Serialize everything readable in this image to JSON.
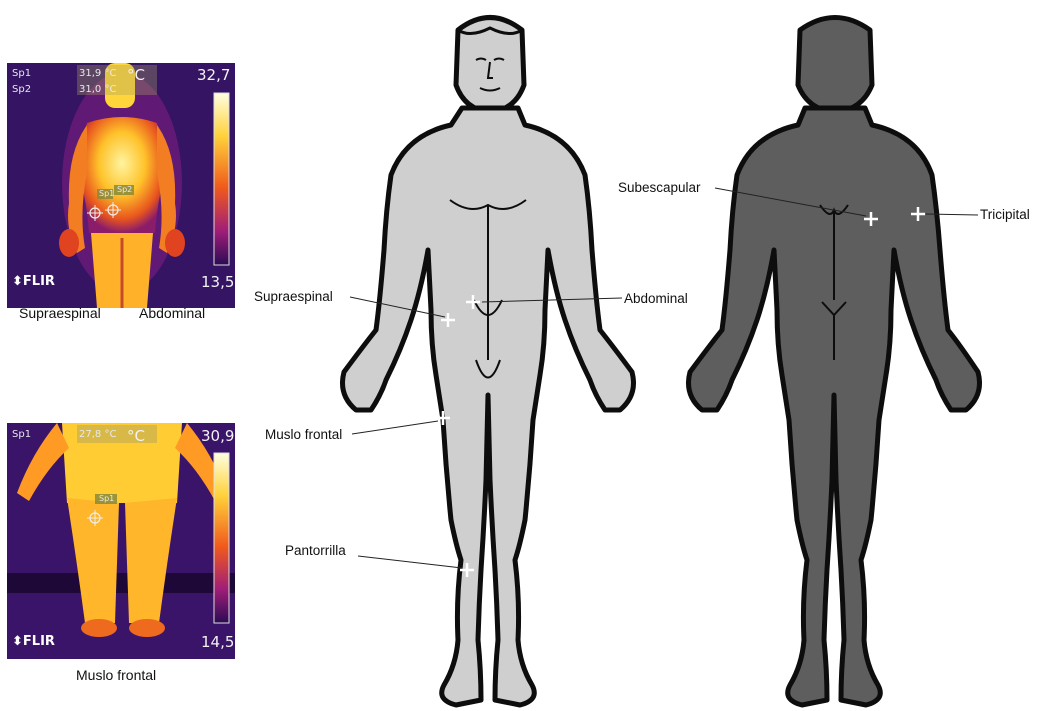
{
  "thermal_top": {
    "sp1_label": "Sp1",
    "sp1_value": "31,9 °C",
    "sp2_label": "Sp2",
    "sp2_value": "31,0 °C",
    "unit": "°C",
    "max": "32,7",
    "min": "13,5",
    "brand": "FLIR",
    "marker1": "Sp1",
    "marker2": "Sp2"
  },
  "thermal_bottom": {
    "sp1_label": "Sp1",
    "sp1_value": "27,8 °C",
    "unit": "°C",
    "max": "30,9",
    "min": "14,5",
    "brand": "FLIR",
    "marker1": "Sp1"
  },
  "captions": {
    "supraespinal": "Supraespinal",
    "abdominal": "Abdominal",
    "muslo_frontal": "Muslo frontal"
  },
  "front_labels": {
    "supraespinal": "Supraespinal",
    "abdominal": "Abdominal",
    "muslo_frontal": "Muslo frontal",
    "pantorrilla": "Pantorrilla"
  },
  "back_labels": {
    "subescapular": "Subescapular",
    "tricipital": "Tricipital"
  },
  "colors": {
    "front_body": "#cfcfcf",
    "back_body": "#5e5e5e",
    "outline": "#0d0d0d",
    "thermal_bg": "#2a0f4f"
  }
}
